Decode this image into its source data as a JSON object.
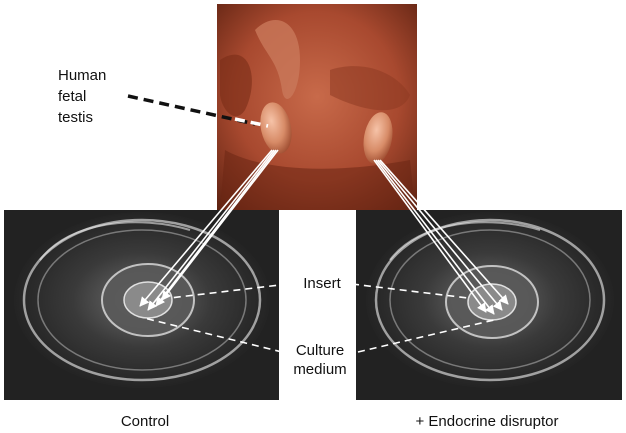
{
  "labels": {
    "specimen_line1": "Human",
    "specimen_line2": "fetal",
    "specimen_line3": "testis",
    "insert": "Insert",
    "medium_line1": "Culture",
    "medium_line2": "medium",
    "control": "Control",
    "treatment": "+ Endocrine disruptor"
  },
  "panels": {
    "top": {
      "content": "photo-fetal-testis",
      "tone": "#a8492f"
    },
    "bottom_left": {
      "content": "photo-culture-dish",
      "tone": "#2d2d2d"
    },
    "bottom_right": {
      "content": "photo-culture-dish",
      "tone": "#2d2d2d"
    }
  },
  "colors": {
    "arrows": "#ffffff",
    "leader_dashed": "#111111",
    "background": "#ffffff"
  }
}
